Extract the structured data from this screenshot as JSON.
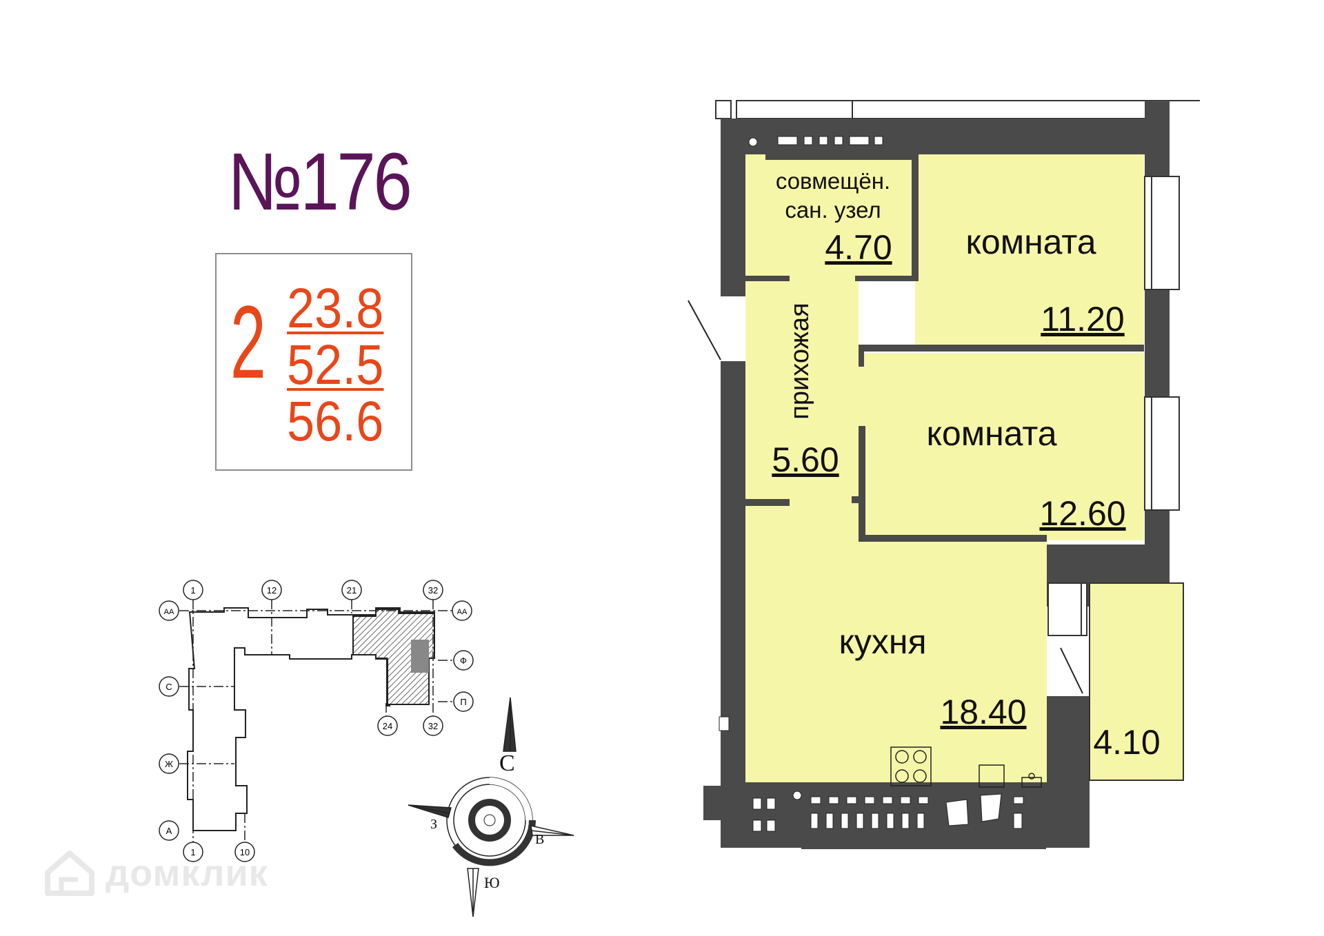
{
  "apartment": {
    "number_label": "№176"
  },
  "summary": {
    "rooms_count": "2",
    "living_area": "23.8",
    "total_area": "52.5",
    "gross_area": "56.6"
  },
  "rooms": [
    {
      "id": "bathroom",
      "label_line1": "совмещён.",
      "label_line2": "сан. узел",
      "area": "4.70"
    },
    {
      "id": "room1",
      "label": "комната",
      "area": "11.20"
    },
    {
      "id": "hallway",
      "label": "прихожая",
      "area": "5.60"
    },
    {
      "id": "room2",
      "label": "комната",
      "area": "12.60"
    },
    {
      "id": "kitchen",
      "label": "кухня",
      "area": "18.40"
    },
    {
      "id": "balcony",
      "label": "",
      "area": "4.10"
    }
  ],
  "key_plan": {
    "axes_top": [
      "1",
      "12",
      "21",
      "32"
    ],
    "axes_bottom_left": [
      "1",
      "10"
    ],
    "axes_bottom_right": [
      "24",
      "32"
    ],
    "axes_left": [
      "АА",
      "С",
      "Ж",
      "А"
    ],
    "axes_right": [
      "АА",
      "Ф",
      "П"
    ]
  },
  "compass": {
    "north": "С",
    "south": "Ю",
    "west": "З",
    "east": "В"
  },
  "watermark": {
    "text": "домклик",
    "icon": "house-logo-icon"
  },
  "colors": {
    "room_fill": "#f6f6a8",
    "wall": "#4a4a4a",
    "title": "#5a1458",
    "accent": "#e8471a"
  }
}
